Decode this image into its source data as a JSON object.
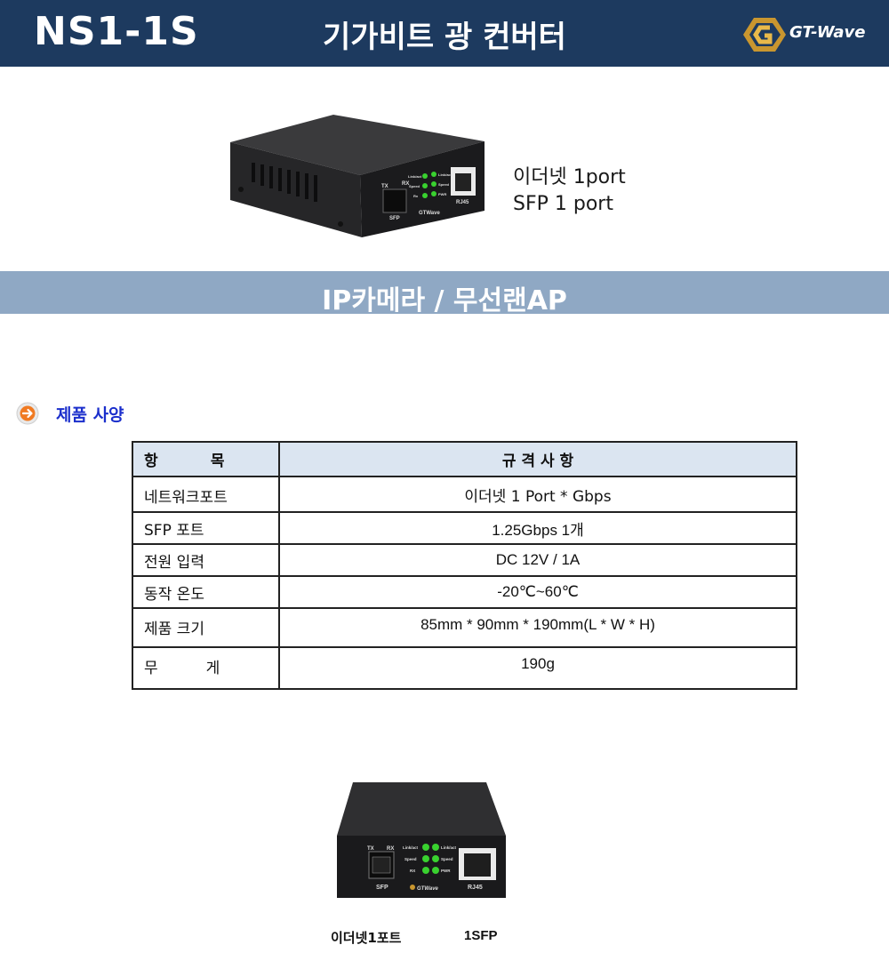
{
  "header": {
    "model": "NS1-1S",
    "title": "기가비트 광 컨버터",
    "logo_text": "GT-Wave"
  },
  "product_top": {
    "labels": {
      "tx": "TX",
      "rx": "RX",
      "sfp": "SFP",
      "rj45": "RJ45",
      "brand": "GTWave",
      "led1": "Link/act",
      "led2": "Speed",
      "led3": "Rx",
      "led4": "Link/act",
      "led5": "Speed",
      "led6": "PWR"
    }
  },
  "port_info": [
    "이더넷 1port",
    "SFP 1 port"
  ],
  "use_bar": {
    "text": "IP카메라 / 무선랜AP"
  },
  "spec": {
    "title": "제품 사양",
    "header": [
      "항          목",
      "규 격 사 항"
    ],
    "rows": [
      {
        "item": "네트워크포트",
        "value": "이더넷 1 Port * Gbps"
      },
      {
        "item": "SFP 포트",
        "value": "1.25Gbps  1개"
      },
      {
        "item": "전원 입력",
        "value": "DC 12V / 1A"
      },
      {
        "item": "동작 온도",
        "value": "-20℃~60℃"
      },
      {
        "item": "제품 크기",
        "value": "85mm * 90mm * 190mm(L * W * H)"
      },
      {
        "item": "무          게",
        "value": "190g"
      }
    ]
  },
  "product_bottom": {
    "labels": {
      "tx": "TX",
      "rx": "RX",
      "sfp": "SFP",
      "rj45": "RJ45",
      "brand": "GTWave",
      "led1": "Link/act",
      "led2": "Speed",
      "led3": "RX",
      "led4": "Link/act",
      "led5": "Speed",
      "led6": "PWR"
    }
  },
  "captions": {
    "left": "이더넷1포트",
    "right": "1SFP"
  },
  "colors": {
    "header_bg": "#1d3a5f",
    "use_bar_bg": "#8fa8c4",
    "spec_title": "#1b2fcc",
    "table_head_bg": "#dbe5f1",
    "led": "#39d12f",
    "logo_gold": "#c9962f"
  }
}
